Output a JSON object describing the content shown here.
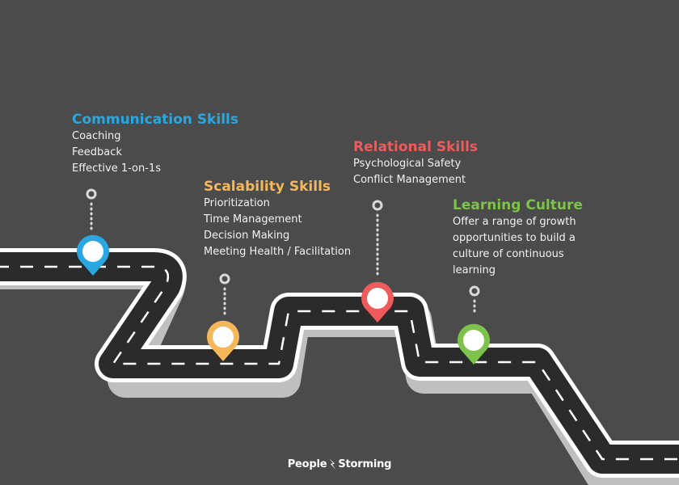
{
  "milestones": [
    {
      "title": "Communication Skills",
      "color": "#2aa7e0",
      "items": [
        "Coaching",
        "Feedback",
        "Effective 1-on-1s"
      ]
    },
    {
      "title": "Scalability Skills",
      "color": "#f6b75a",
      "items": [
        "Prioritization",
        "Time Management",
        "Decision Making",
        "Meeting Health / Facilitation"
      ]
    },
    {
      "title": "Relational Skills",
      "color": "#ef5a5a",
      "items": [
        "Psychological Safety",
        "Conflict Management"
      ]
    },
    {
      "title": "Learning Culture",
      "color": "#7dc24b",
      "items": [
        "Offer a range of growth",
        "opportunities to build a",
        "culture of continuous",
        "learning"
      ]
    }
  ],
  "road": {
    "asphalt": "#2b2b2b",
    "shoulder": "#dcdcdc",
    "lane_marking": "#ffffff"
  },
  "background": "#4b4b4b",
  "logo": {
    "left_word": "People",
    "right_word": "Storming",
    "icon": "lightning-bolt-icon"
  }
}
